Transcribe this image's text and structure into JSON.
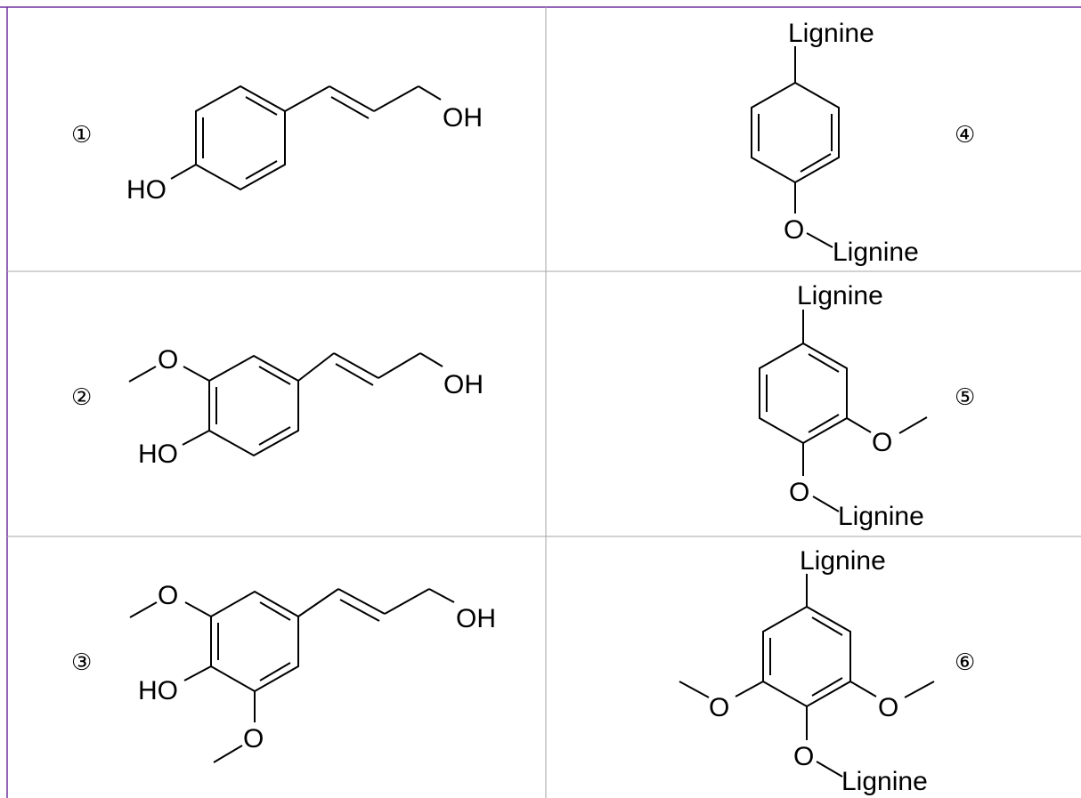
{
  "table": {
    "cells": [
      {
        "label": "①",
        "atoms": [
          "HO",
          "OH"
        ]
      },
      {
        "label": "④",
        "atoms": [
          "Lignine",
          "O",
          "Lignine"
        ]
      },
      {
        "label": "②",
        "atoms": [
          "O",
          "HO",
          "OH"
        ]
      },
      {
        "label": "⑤",
        "atoms": [
          "Lignine",
          "O",
          "O",
          "Lignine"
        ]
      },
      {
        "label": "③",
        "atoms": [
          "O",
          "HO",
          "O",
          "OH"
        ]
      },
      {
        "label": "⑥",
        "atoms": [
          "Lignine",
          "O",
          "O",
          "O",
          "Lignine"
        ]
      }
    ]
  },
  "colors": {
    "grid": "#a6a6a6",
    "frame": "#7030a0",
    "ink": "#000000"
  }
}
